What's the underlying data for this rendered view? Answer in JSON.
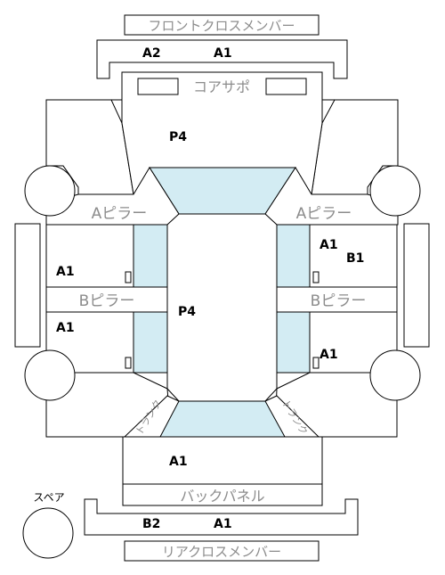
{
  "parts": {
    "front_cross_member": "フロントクロスメンバー",
    "core_support": "コアサポ",
    "a_pillar_left": "Aピラー",
    "a_pillar_right": "Aピラー",
    "b_pillar_left": "Bピラー",
    "b_pillar_right": "Bピラー",
    "back_panel": "バックパネル",
    "rear_cross_member": "リアクロスメンバー",
    "spare": "スペア",
    "trunk_left": "トランク",
    "trunk_right": "トランク"
  },
  "marks": {
    "front_cross_a2": "A2",
    "front_cross_a1": "A1",
    "hood": "P4",
    "roof": "P4",
    "door_right_front_a1": "A1",
    "door_right_front_b1": "B1",
    "door_left_front_a1": "A1",
    "door_left_rear_a1": "A1",
    "door_right_rear_a1": "A1",
    "trunk_a1": "A1",
    "rear_cross_b2": "B2",
    "rear_cross_a1": "A1"
  },
  "colors": {
    "outline": "#000000",
    "glass": "#d3ecf3",
    "part_label": "#8c8c8c"
  }
}
